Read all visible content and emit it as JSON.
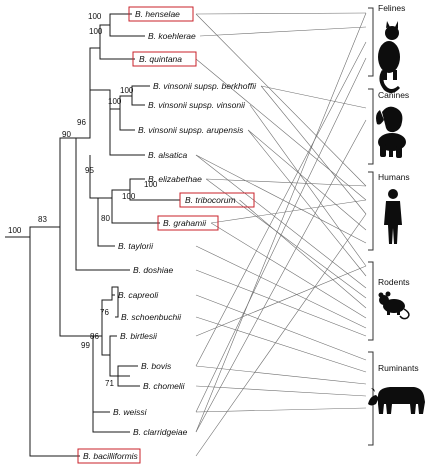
{
  "taxa": [
    {
      "name": "B. henselae",
      "highlighted": true
    },
    {
      "name": "B. koehlerae",
      "highlighted": false
    },
    {
      "name": "B. quintana",
      "highlighted": true
    },
    {
      "name": "B. vinsonii supsp. berkhoffii",
      "highlighted": false
    },
    {
      "name": "B. vinsonii supsp. vinsonii",
      "highlighted": false
    },
    {
      "name": "B. vinsonii supsp. arupensis",
      "highlighted": false
    },
    {
      "name": "B. alsatica",
      "highlighted": false
    },
    {
      "name": "B. elizabethae",
      "highlighted": false
    },
    {
      "name": "B. tribocorum",
      "highlighted": true
    },
    {
      "name": "B. grahamii",
      "highlighted": true
    },
    {
      "name": "B. taylorii",
      "highlighted": false
    },
    {
      "name": "B. doshiae",
      "highlighted": false
    },
    {
      "name": "B. capreoli",
      "highlighted": false
    },
    {
      "name": "B. schoenbuchii",
      "highlighted": false
    },
    {
      "name": "B. birtlesii",
      "highlighted": false
    },
    {
      "name": "B. bovis",
      "highlighted": false
    },
    {
      "name": "B. chomelii",
      "highlighted": false
    },
    {
      "name": "B. weissi",
      "highlighted": false
    },
    {
      "name": "B. clarridgeiae",
      "highlighted": false
    },
    {
      "name": "B. bacilliformis",
      "highlighted": true
    }
  ],
  "support_values": [
    "100",
    "100",
    "100",
    "100",
    "96",
    "95",
    "90",
    "83",
    "100",
    "100",
    "80",
    "76",
    "86",
    "99",
    "71",
    "100"
  ],
  "hosts": [
    {
      "label": "Felines",
      "icon": "cat-silhouette-icon"
    },
    {
      "label": "Canines",
      "icon": "dog-silhouette-icon"
    },
    {
      "label": "Humans",
      "icon": "human-silhouette-icon"
    },
    {
      "label": "Rodents",
      "icon": "rodent-silhouette-icon"
    },
    {
      "label": "Ruminants",
      "icon": "cow-silhouette-icon"
    }
  ],
  "associations": [
    {
      "taxon": "B. henselae",
      "host": "Felines"
    },
    {
      "taxon": "B. henselae",
      "host": "Humans"
    },
    {
      "taxon": "B. koehlerae",
      "host": "Felines"
    },
    {
      "taxon": "B. quintana",
      "host": "Humans"
    },
    {
      "taxon": "B. vinsonii supsp. berkhoffii",
      "host": "Canines"
    },
    {
      "taxon": "B. vinsonii supsp. berkhoffii",
      "host": "Humans"
    },
    {
      "taxon": "B. vinsonii supsp. vinsonii",
      "host": "Rodents"
    },
    {
      "taxon": "B. vinsonii supsp. arupensis",
      "host": "Rodents"
    },
    {
      "taxon": "B. vinsonii supsp. arupensis",
      "host": "Humans"
    },
    {
      "taxon": "B. alsatica",
      "host": "Rodents"
    },
    {
      "taxon": "B. alsatica",
      "host": "Humans"
    },
    {
      "taxon": "B. elizabethae",
      "host": "Rodents"
    },
    {
      "taxon": "B. elizabethae",
      "host": "Humans"
    },
    {
      "taxon": "B. tribocorum",
      "host": "Rodents"
    },
    {
      "taxon": "B. grahamii",
      "host": "Rodents"
    },
    {
      "taxon": "B. grahamii",
      "host": "Humans"
    },
    {
      "taxon": "B. taylorii",
      "host": "Rodents"
    },
    {
      "taxon": "B. doshiae",
      "host": "Rodents"
    },
    {
      "taxon": "B. capreoli",
      "host": "Ruminants"
    },
    {
      "taxon": "B. schoenbuchii",
      "host": "Ruminants"
    },
    {
      "taxon": "B. birtlesii",
      "host": "Rodents"
    },
    {
      "taxon": "B. bovis",
      "host": "Ruminants"
    },
    {
      "taxon": "B. bovis",
      "host": "Felines"
    },
    {
      "taxon": "B. chomelii",
      "host": "Ruminants"
    },
    {
      "taxon": "B. weissi",
      "host": "Felines"
    },
    {
      "taxon": "B. weissi",
      "host": "Ruminants"
    },
    {
      "taxon": "B. clarridgeiae",
      "host": "Felines"
    },
    {
      "taxon": "B. clarridgeiae",
      "host": "Canines"
    },
    {
      "taxon": "B. bacilliformis",
      "host": "Humans"
    }
  ],
  "colors": {
    "highlight_box": "#c8202a",
    "tree": "#1a1a1a",
    "association_line": "#6e6e6e"
  }
}
